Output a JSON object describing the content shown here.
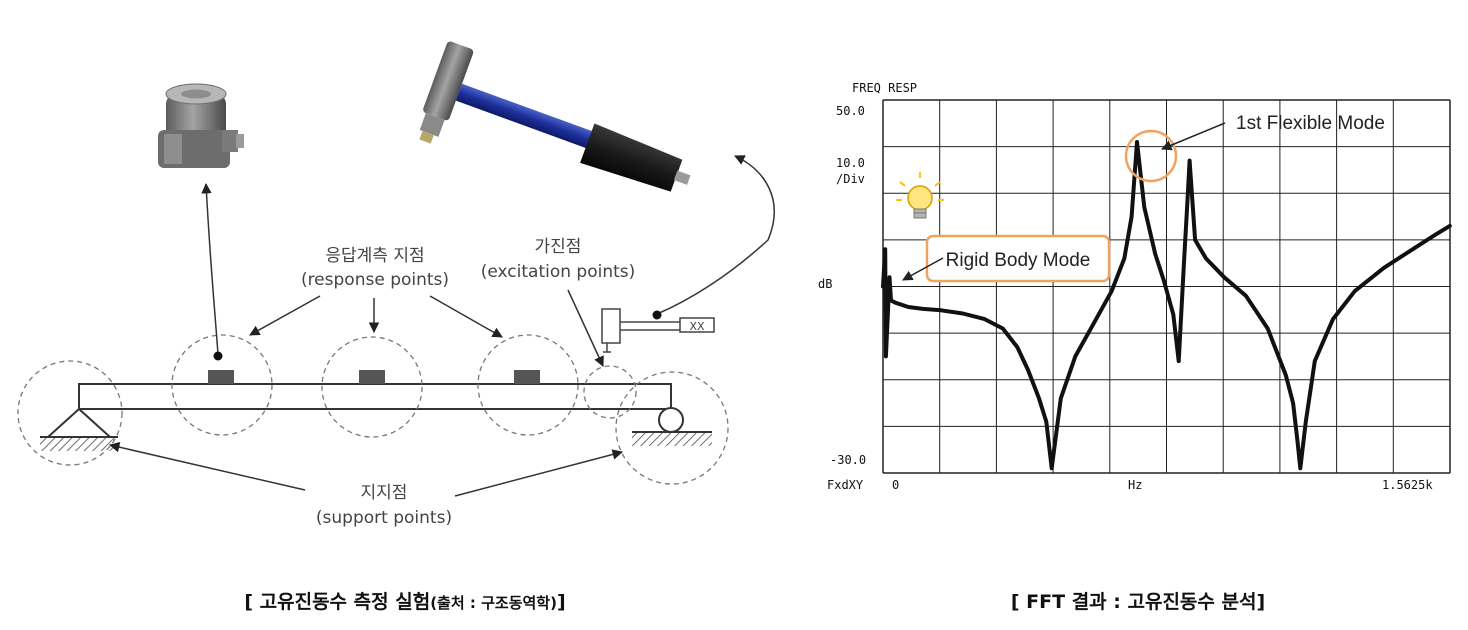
{
  "left_diagram": {
    "response_label_ko": "응답계측 지점",
    "response_label_en": "(response points)",
    "excitation_label_ko": "가진점",
    "excitation_label_en": "(excitation points)",
    "support_label_ko": "지지점",
    "support_label_en": "(support points)",
    "hammer_tip_text": "XX",
    "caption_main": "[ 고유진동수 측정 실험",
    "caption_source": "(출처 : 구조동역학)",
    "caption_end": "]"
  },
  "right_chart": {
    "caption": "[ FFT 결과 : 고유진동수 분석]",
    "annotation_rigid": "Rigid Body Mode",
    "annotation_flexible": "1st Flexible Mode",
    "accent_color": "#f0a35e",
    "icon": "lightbulb-icon"
  },
  "chart_data": {
    "type": "line",
    "title": "FREQ RESP",
    "y_top_label": "50.0",
    "y_div_label": "10.0",
    "y_div_unit": "/Div",
    "y_bottom_label": "-30.0",
    "ylabel": "dB",
    "x_prefix": "FxdXY",
    "x_start_label": "0",
    "xlabel": "Hz",
    "x_end_label": "1.5625k",
    "xlim": [
      0,
      1562.5
    ],
    "ylim": [
      -30,
      50
    ],
    "grid": true,
    "series": [
      {
        "values": [
          [
            0,
            10
          ],
          [
            6,
            18
          ],
          [
            8,
            -5
          ],
          [
            12,
            2
          ],
          [
            18,
            12
          ],
          [
            22,
            7
          ],
          [
            35,
            6.5
          ],
          [
            70,
            5.6
          ],
          [
            110,
            5.2
          ],
          [
            160,
            4.9
          ],
          [
            220,
            4.2
          ],
          [
            280,
            3
          ],
          [
            330,
            1
          ],
          [
            370,
            -3
          ],
          [
            400,
            -8
          ],
          [
            430,
            -14
          ],
          [
            450,
            -19
          ],
          [
            465,
            -29
          ],
          [
            490,
            -14
          ],
          [
            530,
            -5
          ],
          [
            580,
            2
          ],
          [
            630,
            9
          ],
          [
            665,
            16
          ],
          [
            685,
            25
          ],
          [
            700,
            41
          ],
          [
            720,
            27
          ],
          [
            750,
            17
          ],
          [
            775,
            11
          ],
          [
            800,
            4
          ],
          [
            815,
            -6
          ],
          [
            830,
            16
          ],
          [
            838,
            27
          ],
          [
            845,
            37
          ],
          [
            860,
            20
          ],
          [
            890,
            16
          ],
          [
            940,
            12
          ],
          [
            1000,
            8
          ],
          [
            1060,
            1
          ],
          [
            1110,
            -9
          ],
          [
            1130,
            -15
          ],
          [
            1142,
            -23
          ],
          [
            1150,
            -29
          ],
          [
            1165,
            -19
          ],
          [
            1190,
            -6
          ],
          [
            1240,
            3
          ],
          [
            1300,
            9
          ],
          [
            1380,
            14
          ],
          [
            1460,
            18
          ],
          [
            1520,
            21
          ],
          [
            1562,
            23
          ]
        ]
      }
    ]
  }
}
